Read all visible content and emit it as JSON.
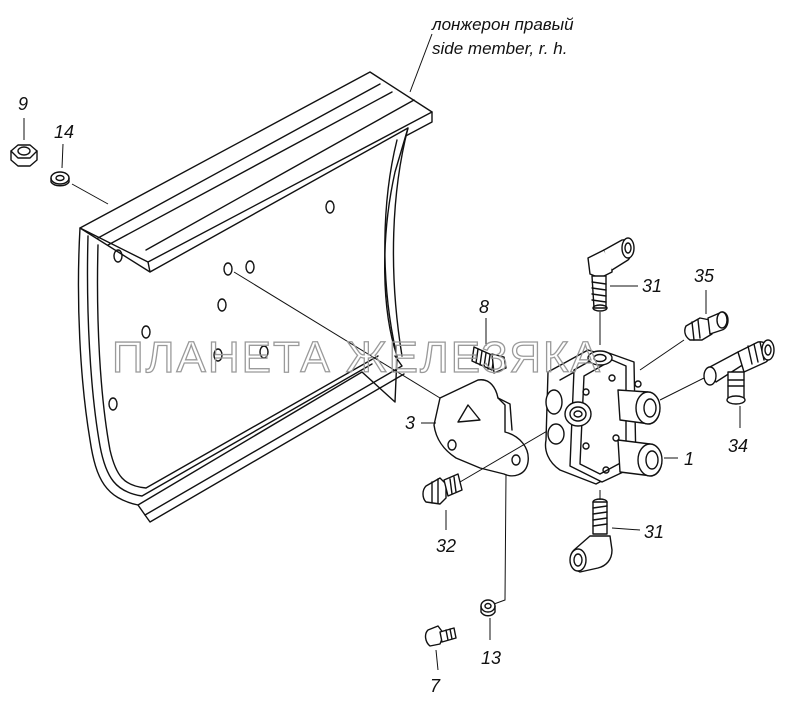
{
  "caption": {
    "line_ru": "лонжерон правый",
    "line_en": "side member, r. h."
  },
  "watermark": "ПЛАНЕТА ЖЕЛЕЗЯКА",
  "callouts": {
    "c1": "1",
    "c3": "3",
    "c7": "7",
    "c8": "8",
    "c9": "9",
    "c13": "13",
    "c14": "14",
    "c31a": "31",
    "c31b": "31",
    "c32": "32",
    "c34": "34",
    "c35": "35"
  }
}
